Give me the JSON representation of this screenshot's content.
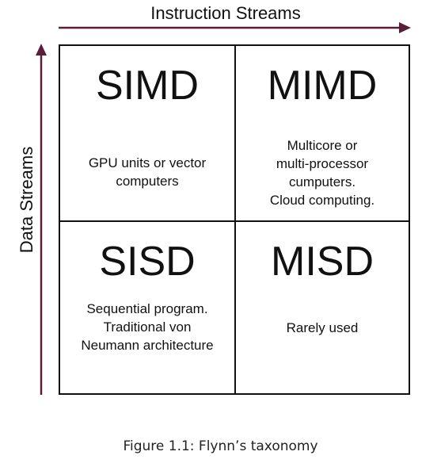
{
  "diagram": {
    "x_axis_label": "Instruction Streams",
    "y_axis_label": "Data Streams",
    "line_color": "#111111",
    "arrow_color": "#5a1e3a",
    "quadrants": {
      "top_left": {
        "name": "SIMD",
        "description": [
          "GPU units or vector",
          "computers"
        ]
      },
      "top_right": {
        "name": "MIMD",
        "description": [
          "Multicore or",
          "multi-processor",
          "cumputers.",
          "Cloud computing."
        ]
      },
      "bottom_left": {
        "name": "SISD",
        "description": [
          "Sequential program.",
          "Traditional von",
          "Neumann architecture"
        ]
      },
      "bottom_right": {
        "name": "MISD",
        "description": [
          "Rarely used"
        ]
      }
    }
  },
  "caption": "Figure 1.1: Flynn’s taxonomy"
}
